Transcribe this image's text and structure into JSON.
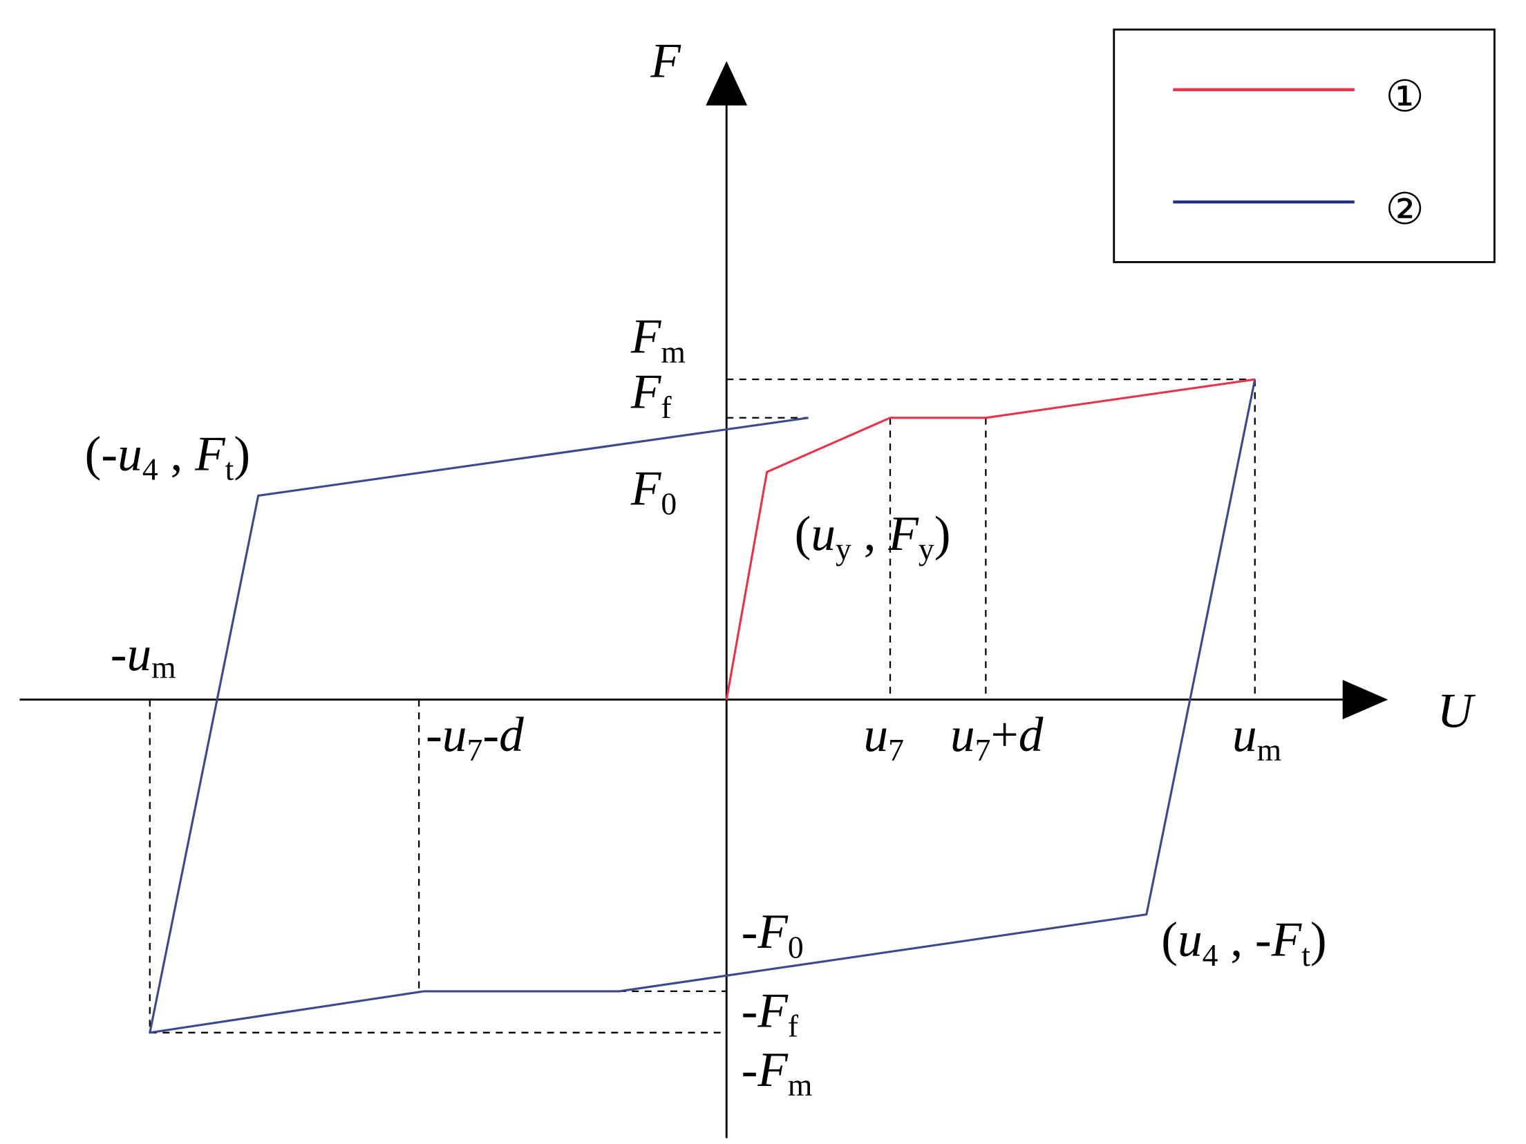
{
  "colors": {
    "curve1": "#e8334a",
    "curve2": "#3a4a8c",
    "axis": "#000000",
    "guide": "#000000"
  },
  "axes": {
    "x_label": "U",
    "y_label": "F"
  },
  "legend": {
    "items": [
      {
        "symbol": "①",
        "color": "#e8334a"
      },
      {
        "symbol": "②",
        "color": "#1f2a8a"
      }
    ]
  },
  "labels": {
    "Fm": {
      "pre": "",
      "main": "F",
      "sub": "m"
    },
    "Ff": {
      "pre": "",
      "main": "F",
      "sub": "f"
    },
    "F0": {
      "pre": "",
      "main": "F",
      "sub": "0"
    },
    "nF0": {
      "pre": "-",
      "main": "F",
      "sub": "0"
    },
    "nFf": {
      "pre": "-",
      "main": "F",
      "sub": "f"
    },
    "nFm": {
      "pre": "-",
      "main": "F",
      "sub": "m"
    },
    "num": {
      "pre": "-",
      "main": "u",
      "sub": "m"
    },
    "um": {
      "pre": "",
      "main": "u",
      "sub": "m"
    },
    "u7": {
      "pre": "",
      "main": "u",
      "sub": "7"
    },
    "u7pd": {
      "main": "u",
      "sub": "7",
      "post_op": "+",
      "post_var": "d"
    },
    "nu7md": {
      "pre": "-",
      "main": "u",
      "sub": "7",
      "post_op": "-",
      "post_var": "d"
    },
    "pt_nu4Ft": {
      "open": "(-",
      "v1": "u",
      "s1": "4",
      "sep": " , ",
      "v2": "F",
      "s2": "t",
      "close": ")"
    },
    "pt_uyFy": {
      "open": "(",
      "v1": "u",
      "s1": "y",
      "sep": " , ",
      "v2": "F",
      "s2": "y",
      "close": ")"
    },
    "pt_u4nFt": {
      "open": "(",
      "v1": "u",
      "s1": "4",
      "sep": " , -",
      "v2": "F",
      "s2": "t",
      "close": ")"
    }
  }
}
